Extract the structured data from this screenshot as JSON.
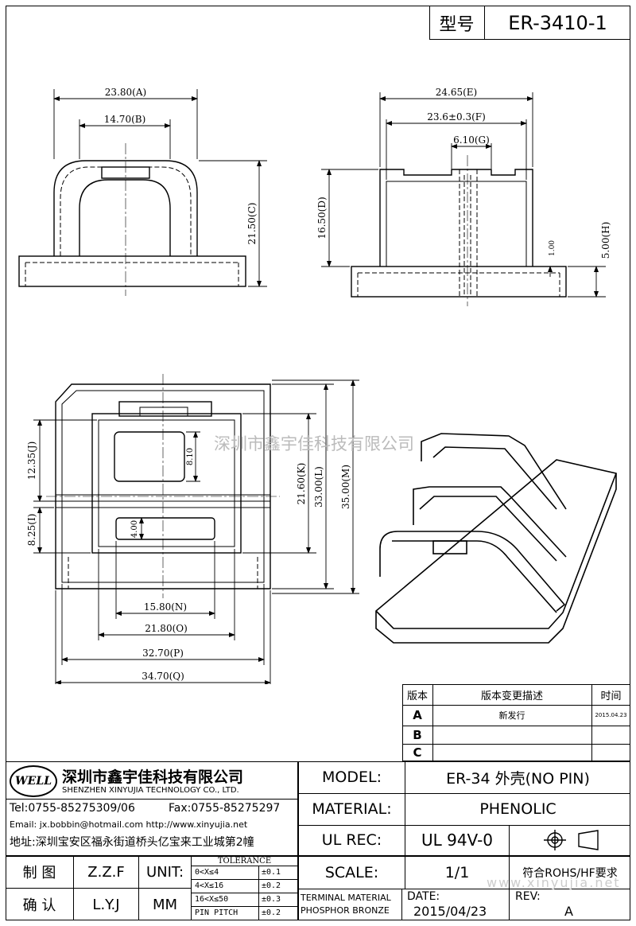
{
  "header": {
    "model_label": "型号",
    "model_code": "ER-3410-1"
  },
  "dimensions": {
    "a": "23.80(A)",
    "b": "14.70(B)",
    "c": "21.50(C)",
    "d": "16.50(D)",
    "e": "24.65(E)",
    "f": "23.6±0.3(F)",
    "g": "6.10(G)",
    "h": "5.00(H)",
    "h_small": "1.00",
    "j": "12.35(J)",
    "i": "8.25(I)",
    "k": "21.60(K)",
    "l": "33.00(L)",
    "m": "35.00(M)",
    "n": "15.80(N)",
    "o": "21.80(O)",
    "p": "32.70(P)",
    "q": "34.70(Q)",
    "slot1": "8.10",
    "slot2": "4.00"
  },
  "watermark": {
    "cn": "深圳市鑫宇佳科技有限公司",
    "url": "www.xinyujia.net"
  },
  "revision": {
    "headers": [
      "版本",
      "版本变更描述",
      "时间"
    ],
    "rows": [
      {
        "ver": "A",
        "desc": "新发行",
        "date": "2015.04.23"
      },
      {
        "ver": "B",
        "desc": "",
        "date": ""
      },
      {
        "ver": "C",
        "desc": "",
        "date": ""
      }
    ]
  },
  "company": {
    "logo_text": "WELL",
    "name_cn": "深圳市鑫宇佳科技有限公司",
    "name_en": "SHENZHEN XINYUJIA TECHNOLOGY CO., LTD.",
    "tel": "Tel:0755-85275309/06",
    "fax": "Fax:0755-85275297",
    "email": "Email: jx.bobbin@hotmail.com http://www.xinyujia.net",
    "address": "地址:深圳宝安区福永街道桥头亿宝来工业城第2幢"
  },
  "titleblock": {
    "model_label": "MODEL:",
    "model_value": "ER-34 外壳(NO PIN)",
    "material_label": "MATERIAL:",
    "material_value": "PHENOLIC",
    "ulrec_label": "UL REC:",
    "ulrec_value": "UL 94V-0",
    "scale_label": "SCALE:",
    "scale_value": "1/1",
    "rohs": "符合ROHS/HF要求",
    "terminal_label": "TERMINAL MATERIAL",
    "terminal_value": "PHOSPHOR BRONZE",
    "date_label": "DATE:",
    "date_value": "2015/04/23",
    "rev_label": "REV:",
    "rev_value": "A",
    "drawn_label": "制 图",
    "drawn_value": "Z.Z.F",
    "checked_label": "确 认",
    "checked_value": "L.Y.J",
    "unit_label": "UNIT:",
    "unit_value": "MM",
    "tolerance_title": "TOLERANCE",
    "tolerances": [
      {
        "range": "0<X≤4",
        "value": "±0.1"
      },
      {
        "range": "4<X≤16",
        "value": "±0.2"
      },
      {
        "range": "16<X≤50",
        "value": "±0.3"
      },
      {
        "range": "PIN PITCH",
        "value": "±0.2"
      }
    ]
  }
}
